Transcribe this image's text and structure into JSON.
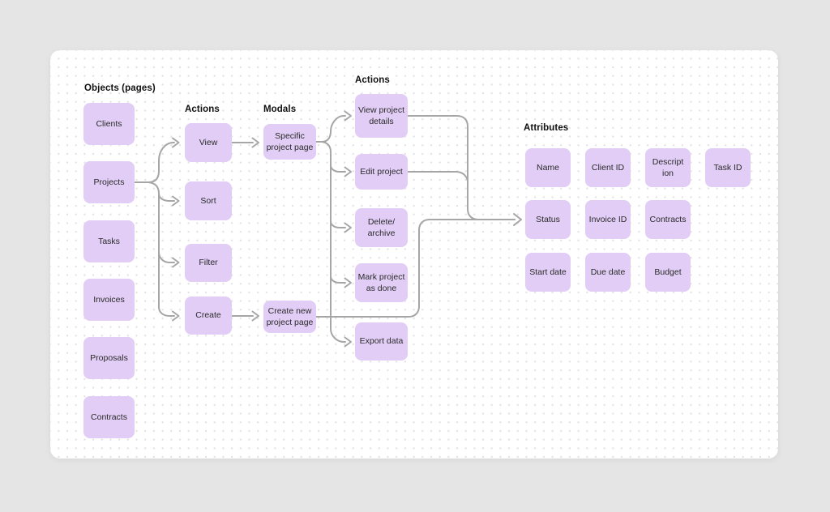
{
  "board": {
    "background_color": "#e5e5e5",
    "canvas_color": "#ffffff",
    "node_fill_color": "#e1cdf5",
    "connector_color": "#a6a6a6",
    "text_color": "#2b2b2b"
  },
  "diagram": {
    "columns": [
      {
        "id": "objects",
        "header": "Objects (pages)",
        "items": [
          {
            "label": "Clients"
          },
          {
            "label": "Projects"
          },
          {
            "label": "Tasks"
          },
          {
            "label": "Invoices"
          },
          {
            "label": "Proposals"
          },
          {
            "label": "Contracts"
          }
        ]
      },
      {
        "id": "actions-primary",
        "header": "Actions",
        "items": [
          {
            "label": "View"
          },
          {
            "label": "Sort"
          },
          {
            "label": "Filter"
          },
          {
            "label": "Create"
          }
        ]
      },
      {
        "id": "modals",
        "header": "Modals",
        "items": [
          {
            "label": "Specific\nproject page"
          },
          {
            "label": "Create new\nproject page"
          }
        ]
      },
      {
        "id": "actions-project",
        "header": "Actions",
        "items": [
          {
            "label": "View project\ndetails"
          },
          {
            "label": "Edit project"
          },
          {
            "label": "Delete/\narchive"
          },
          {
            "label": "Mark project\nas done"
          },
          {
            "label": "Export data"
          }
        ]
      },
      {
        "id": "attributes",
        "header": "Attributes",
        "items": [
          {
            "label": "Name"
          },
          {
            "label": "Client ID"
          },
          {
            "label": "Descript\nion"
          },
          {
            "label": "Task ID"
          },
          {
            "label": "Status"
          },
          {
            "label": "Invoice ID"
          },
          {
            "label": "Contracts"
          },
          {
            "label": "Start date"
          },
          {
            "label": "Due date"
          },
          {
            "label": "Budget"
          }
        ]
      }
    ],
    "edges": [
      {
        "from": "Projects",
        "to": "View"
      },
      {
        "from": "Projects",
        "to": "Sort"
      },
      {
        "from": "Projects",
        "to": "Filter"
      },
      {
        "from": "Projects",
        "to": "Create"
      },
      {
        "from": "View",
        "to": "Specific project page"
      },
      {
        "from": "Create",
        "to": "Create new project page"
      },
      {
        "from": "Specific project page",
        "to": "View project details"
      },
      {
        "from": "Specific project page",
        "to": "Edit project"
      },
      {
        "from": "Specific project page",
        "to": "Delete/archive"
      },
      {
        "from": "Specific project page",
        "to": "Mark project as done"
      },
      {
        "from": "Specific project page",
        "to": "Export data"
      },
      {
        "from": "View project details",
        "to": "Status"
      },
      {
        "from": "Edit project",
        "to": "Status"
      },
      {
        "from": "Create new project page",
        "to": "Status"
      }
    ]
  }
}
